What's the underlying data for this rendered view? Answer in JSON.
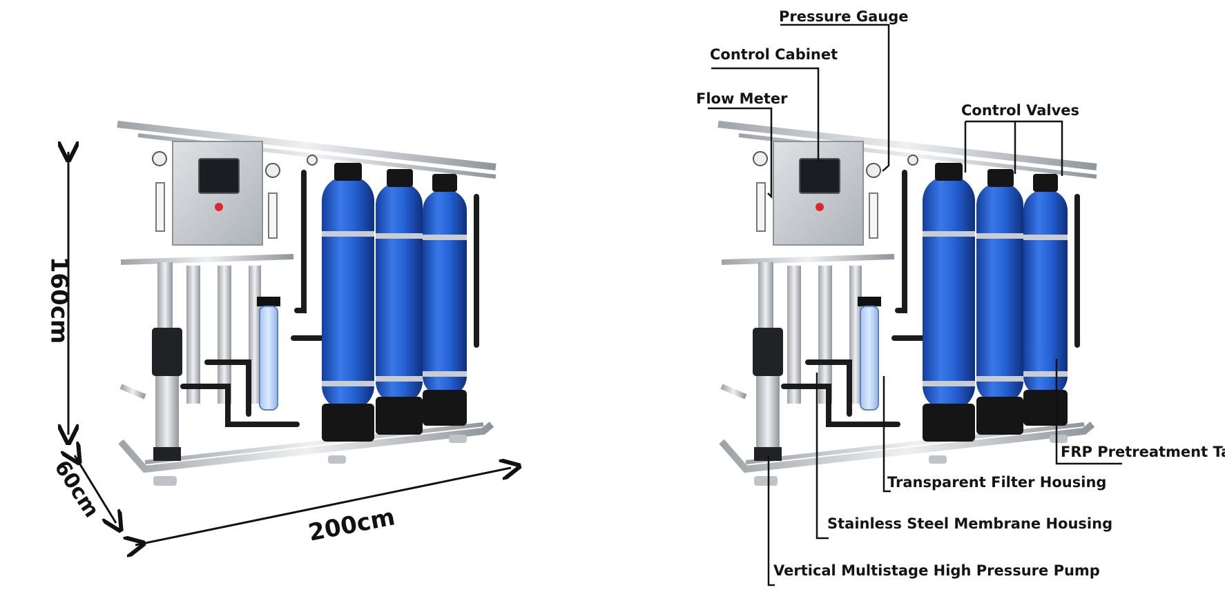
{
  "dimensions": {
    "height": "160cm",
    "depth": "60cm",
    "width": "200cm"
  },
  "callouts": {
    "pressure_gauge": "Pressure Gauge",
    "control_cabinet": "Control Cabinet",
    "flow_meter": "Flow Meter",
    "control_valves": "Control Valves",
    "frp_tank": "FRP Pretreatment Tank",
    "filter_housing": "Transparent Filter Housing",
    "membrane_housing": "Stainless Steel Membrane Housing",
    "pump": "Vertical Multistage High Pressure Pump"
  },
  "colors": {
    "tank_blue": "#1f55c4",
    "tank_base": "#151515",
    "steel": "#c9ccd0",
    "accent_red": "#e0262b"
  }
}
